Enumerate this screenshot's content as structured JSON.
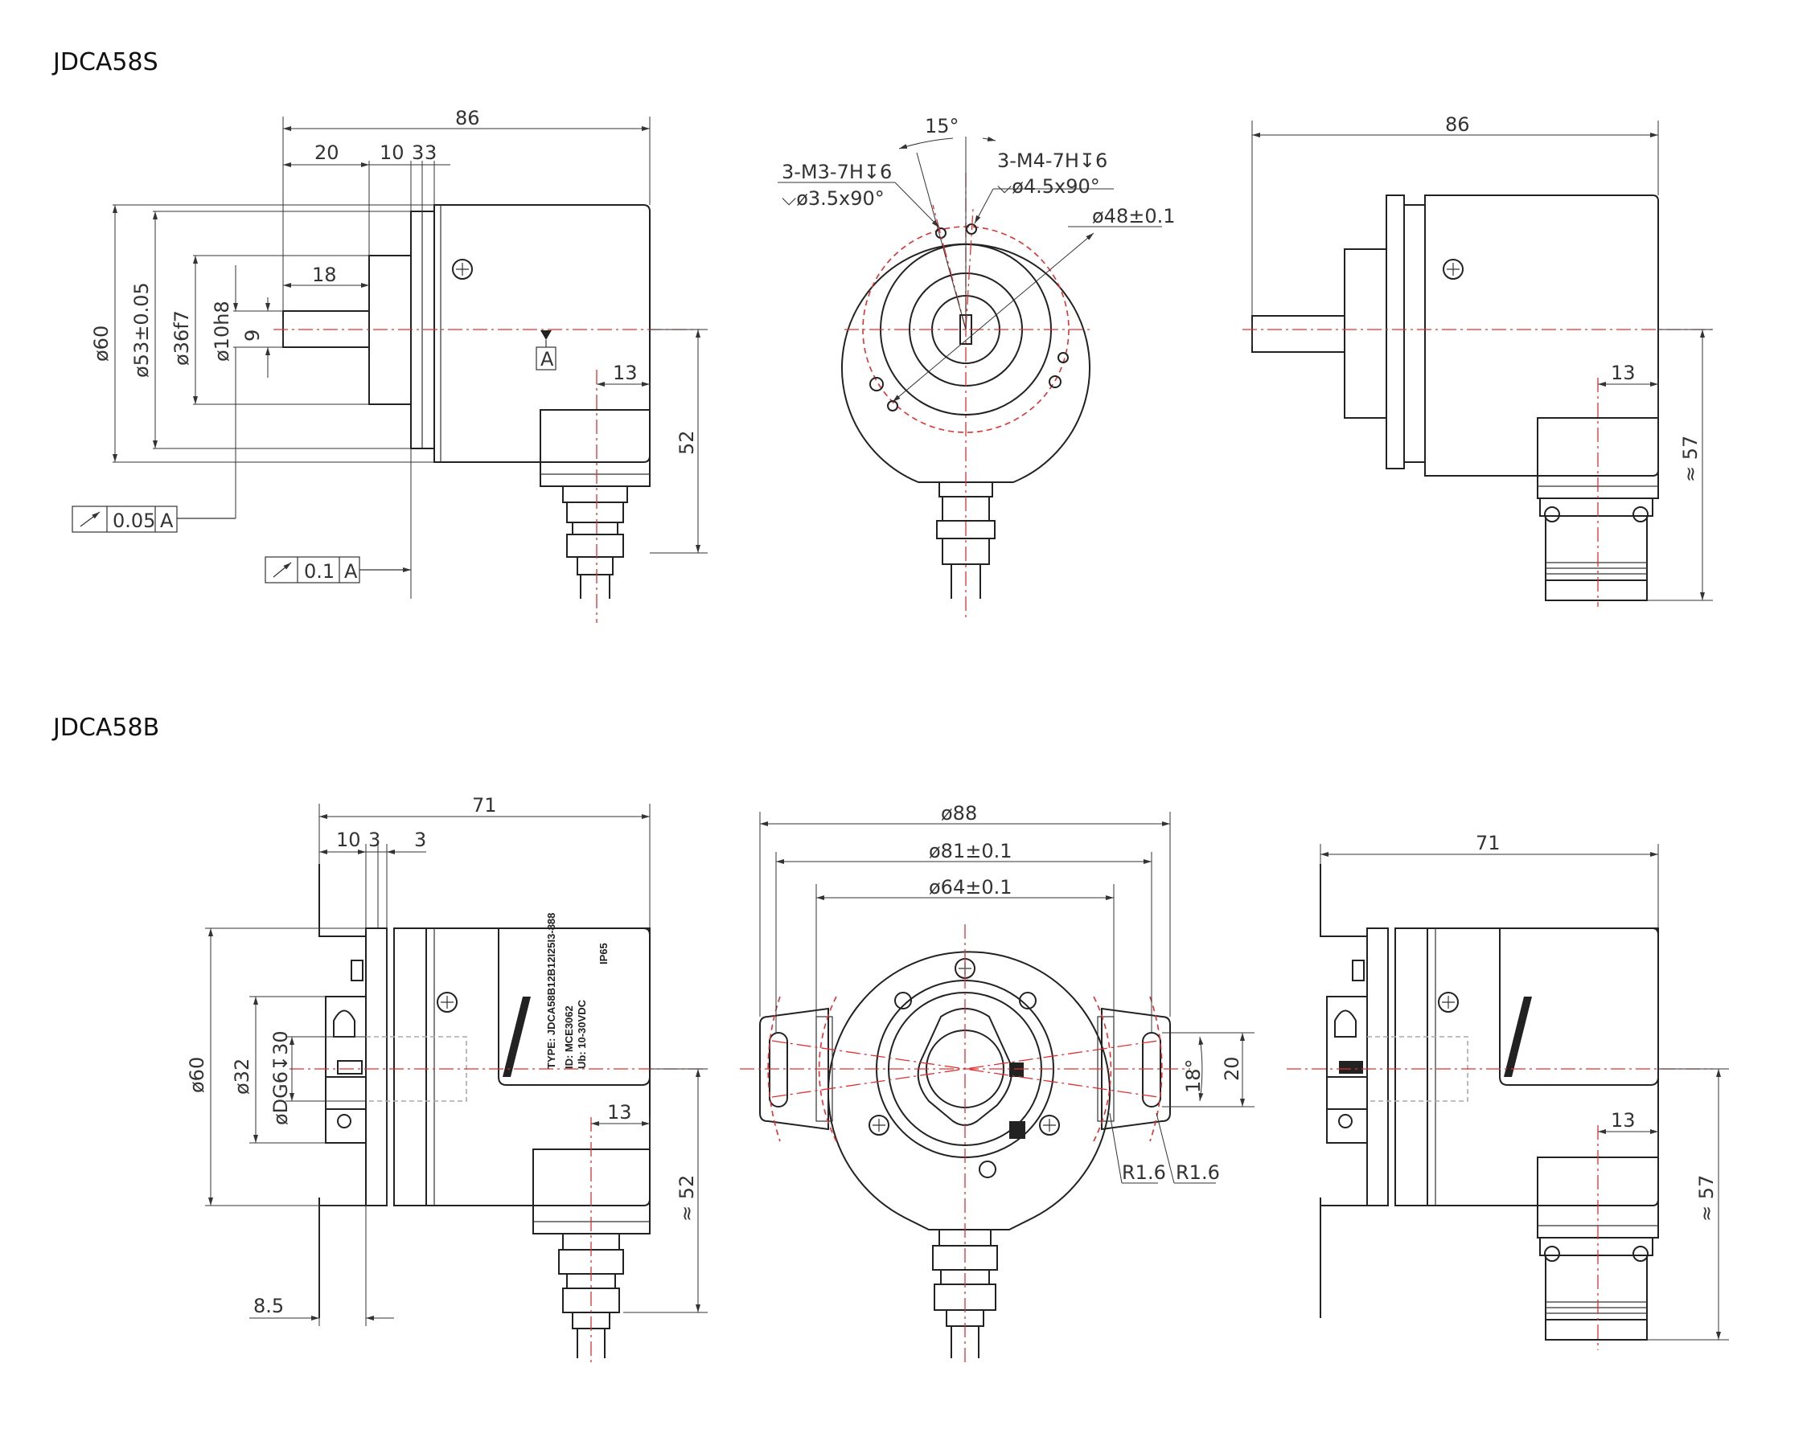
{
  "sections": {
    "s_title": "JDCA58S",
    "b_title": "JDCA58B"
  },
  "s_dims": {
    "overall_len": "86",
    "d20": "20",
    "d10": "10",
    "d3a": "3",
    "d3b": "3",
    "d18": "18",
    "d9": "9",
    "dia60": "ø60",
    "dia53": "ø53±0.05",
    "dia36": "ø36f7",
    "dia10": "ø10h8",
    "datum": "A",
    "d13": "13",
    "d52": "52",
    "tol1_val": "0.05",
    "tol1_ref": "A",
    "tol2_val": "0.1",
    "tol2_ref": "A",
    "angle": "15°",
    "thread1_a": "3-M3-7H↧6",
    "thread1_b": "⌵ø3.5x90°",
    "thread2_a": "3-M4-7H↧6",
    "thread2_b": "⌵ø4.5x90°",
    "dia48": "ø48±0.1",
    "right_len": "86",
    "right_13": "13",
    "right_57": "≈ 57"
  },
  "b_dims": {
    "overall_len": "71",
    "d10": "10",
    "d3a": "3",
    "d3b": "3",
    "dia60": "ø60",
    "dia32": "ø32",
    "bore": "øDG6↧30",
    "d8_5": "8.5",
    "d13": "13",
    "d52": "≈ 52",
    "dia88": "ø88",
    "dia81": "ø81±0.1",
    "dia64": "ø64±0.1",
    "a18": "18°",
    "d20": "20",
    "r1": "R1.6",
    "r2": "R1.6",
    "right_len": "71",
    "right_13": "13",
    "right_57": "≈ 57"
  },
  "label": {
    "type": "TYPE: JDCA58B12B12I25I3-888",
    "id": "ID:    MCE3062",
    "ub": "Ub:   10-30VDC",
    "ip": "IP65"
  },
  "colors": {
    "outline": "#222222",
    "centerline": "#e03030",
    "dimension": "#333333"
  }
}
